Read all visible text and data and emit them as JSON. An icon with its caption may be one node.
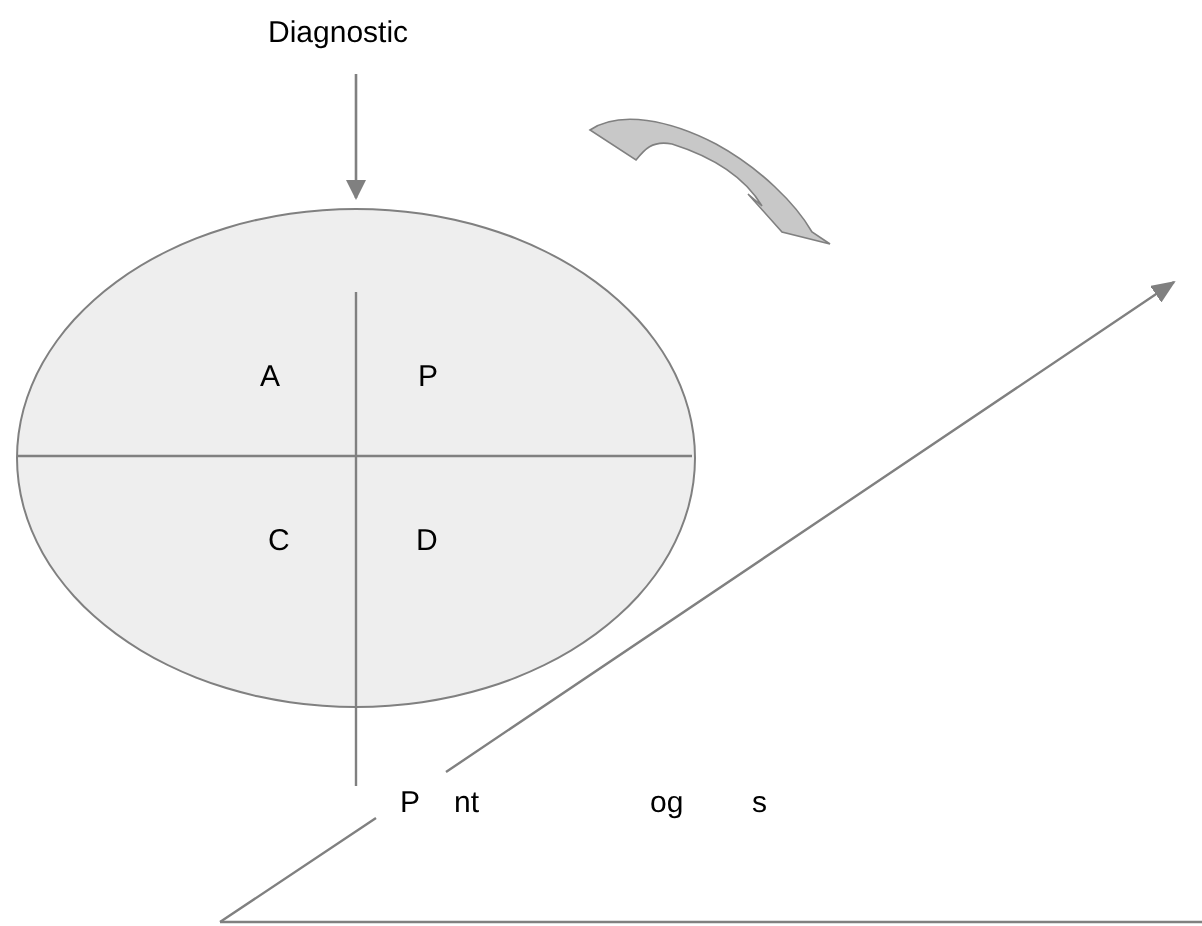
{
  "diagram": {
    "nodes": [
      {
        "text": [
          "Diagnostic"
        ]
      },
      {
        "text": [
          "A",
          "P",
          "C",
          "D"
        ]
      }
    ],
    "edges": [
      {
        "from": 0,
        "to": 1,
        "arrow": "to"
      }
    ],
    "labels": [
      "P",
      "nt",
      "og",
      "s"
    ]
  }
}
